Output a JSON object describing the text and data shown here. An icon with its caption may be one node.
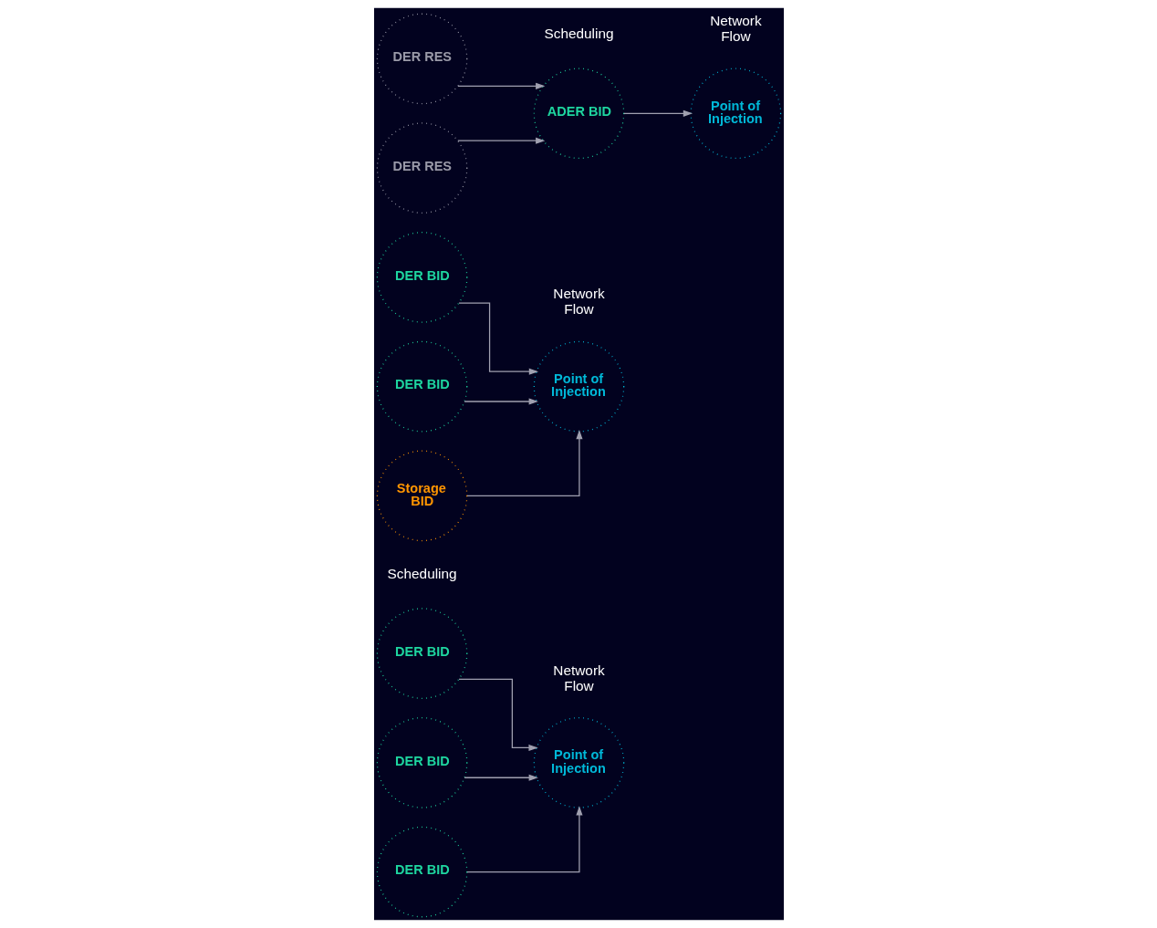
{
  "diagram": {
    "nodes": [
      {
        "text": [
          "DER BID"
        ]
      },
      {
        "text": [
          "DER BID"
        ]
      },
      {
        "text": [
          "DER BID"
        ]
      },
      {
        "text": [
          "Point of Injection"
        ],
        "beside": [
          "Network Flow"
        ]
      },
      {
        "text": [
          "DER BID"
        ]
      },
      {
        "text": [
          "DER BID"
        ]
      },
      {
        "text": [
          "Storage BID"
        ]
      },
      {
        "text": [
          "Point of Injection"
        ],
        "beside": [
          "Network Flow"
        ]
      },
      {
        "text": [
          "DER RES"
        ]
      },
      {
        "text": [
          "DER RES"
        ]
      },
      {
        "text": [
          "ADER BID"
        ],
        "beside": [
          "Scheduling"
        ]
      },
      {
        "text": [
          "Point of Injection"
        ],
        "beside": [
          "Network Flow"
        ]
      }
    ],
    "edges": [
      {
        "from": 0,
        "to": 3,
        "arrow": "to"
      },
      {
        "from": 1,
        "to": 3,
        "arrow": "to"
      },
      {
        "from": 2,
        "to": 3,
        "arrow": "to"
      },
      {
        "from": 4,
        "to": 7,
        "arrow": "to"
      },
      {
        "from": 5,
        "to": 7,
        "arrow": "to"
      },
      {
        "from": 6,
        "to": 7,
        "arrow": "to"
      },
      {
        "from": 8,
        "to": 10,
        "arrow": "to"
      },
      {
        "from": 9,
        "to": 10,
        "arrow": "to"
      },
      {
        "from": 10,
        "to": 11,
        "arrow": "to"
      }
    ],
    "labels": [
      "Scheduling"
    ]
  }
}
